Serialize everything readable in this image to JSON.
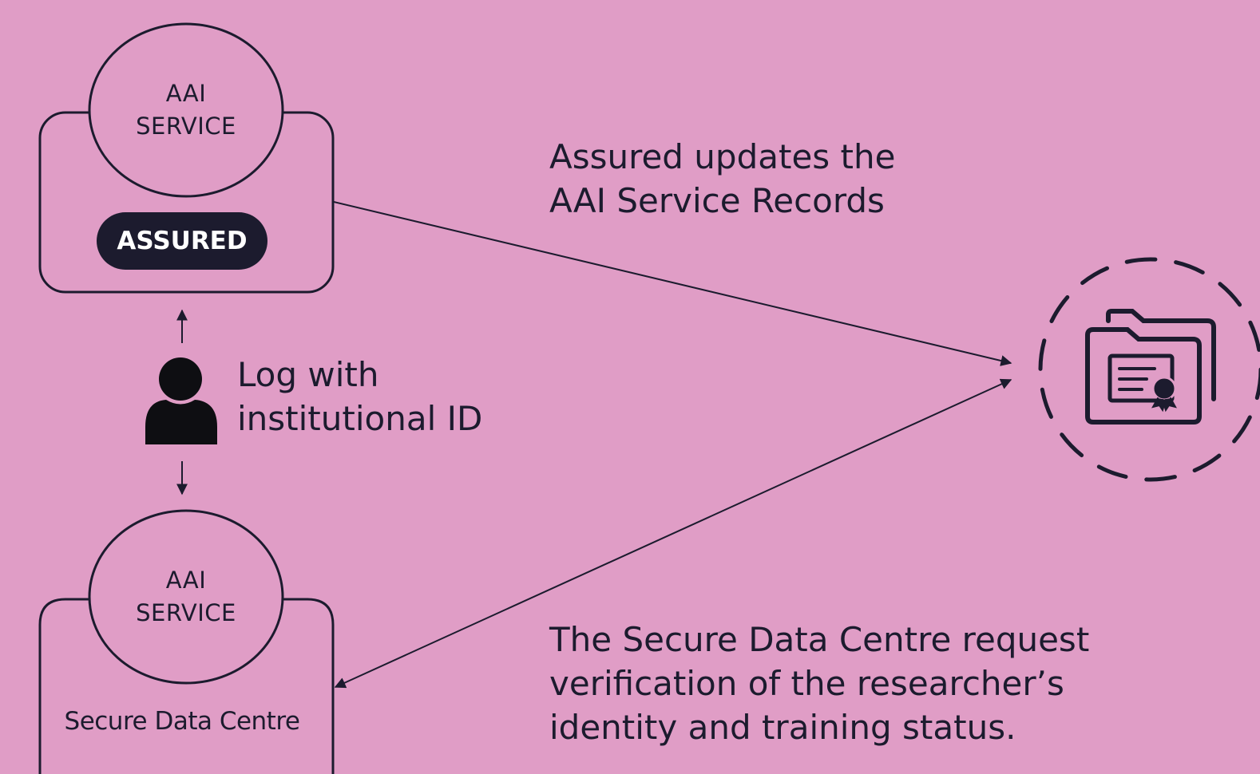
{
  "colors": {
    "background": "#e09dc6",
    "ink": "#1c1b2e",
    "badge_text": "#ffffff"
  },
  "top_node": {
    "ellipse_label": "AAI\nSERVICE",
    "badge_label": "ASSURED"
  },
  "bottom_node": {
    "ellipse_label": "AAI\nSERVICE",
    "box_label": "Secure Data Centre"
  },
  "user": {
    "icon": "person-icon",
    "label": "Log with\ninstitutional ID"
  },
  "captions": {
    "top": "Assured updates the\nAAI Service Records",
    "bottom": "The Secure Data Centre request\nverification of the researcher’s\nidentity and training status."
  },
  "target": {
    "icon": "certificate-folder-icon"
  }
}
